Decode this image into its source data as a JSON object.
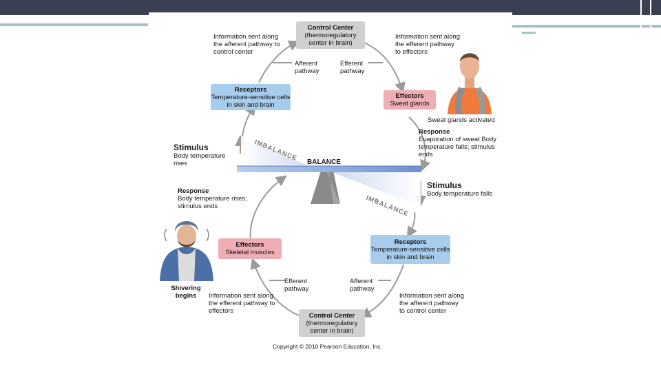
{
  "slide": {
    "accent_dark": "#3a3f51",
    "accent_light": "#a6c0c9"
  },
  "diagram": {
    "control_center_top": {
      "title": "Control Center",
      "body": "(thermoregulatory center in brain)"
    },
    "control_center_bottom": {
      "title": "Control Center",
      "body": "(thermoregulatory center in brain)"
    },
    "receptors_top": {
      "title": "Receptors",
      "body": "Temperature-sensitive cells in skin and brain"
    },
    "receptors_bottom": {
      "title": "Receptors",
      "body": "Temperature-sensitive cells in skin and brain"
    },
    "effectors_right": {
      "title": "Effectors",
      "body": "Sweat glands"
    },
    "effectors_left": {
      "title": "Effectors",
      "body": "Skeletal muscles"
    },
    "info_top_left": "Information sent along the afferent pathway to control center",
    "info_top_right": "Information sent along the efferent pathway to effectors",
    "info_bottom_left": "Information sent along the efferent pathway to effectors",
    "info_bottom_right": "Information sent along the afferent pathway to control center",
    "afferent_top": "Afferent pathway",
    "efferent_top": "Efferent pathway",
    "efferent_bottom": "Efferent pathway",
    "afferent_bottom": "Afferent pathway",
    "sweat_caption": "Sweat glands activated",
    "shiver_caption": "Shivering begins",
    "response_right": {
      "title": "Response",
      "body": "Evaporation of sweat Body temperature falls; stimulus ends"
    },
    "response_left": {
      "title": "Response",
      "body": "Body temperature rises; stimulus ends"
    },
    "stimulus_left": {
      "title": "Stimulus",
      "body": "Body temperature rises"
    },
    "stimulus_right": {
      "title": "Stimulus",
      "body": "Body temperature falls"
    },
    "imbalance_top": "IMBALANCE",
    "imbalance_bottom": "IMBALANCE",
    "balance": "BALANCE",
    "copyright": "Copyright © 2010 Pearson Education, Inc.",
    "colors": {
      "control_center": "#d0d0d0",
      "receptors": "#a8ccec",
      "effectors": "#eeaeb4",
      "cycle_arrow": "#9a9a9a",
      "seesaw": "#7f9fd6"
    }
  }
}
